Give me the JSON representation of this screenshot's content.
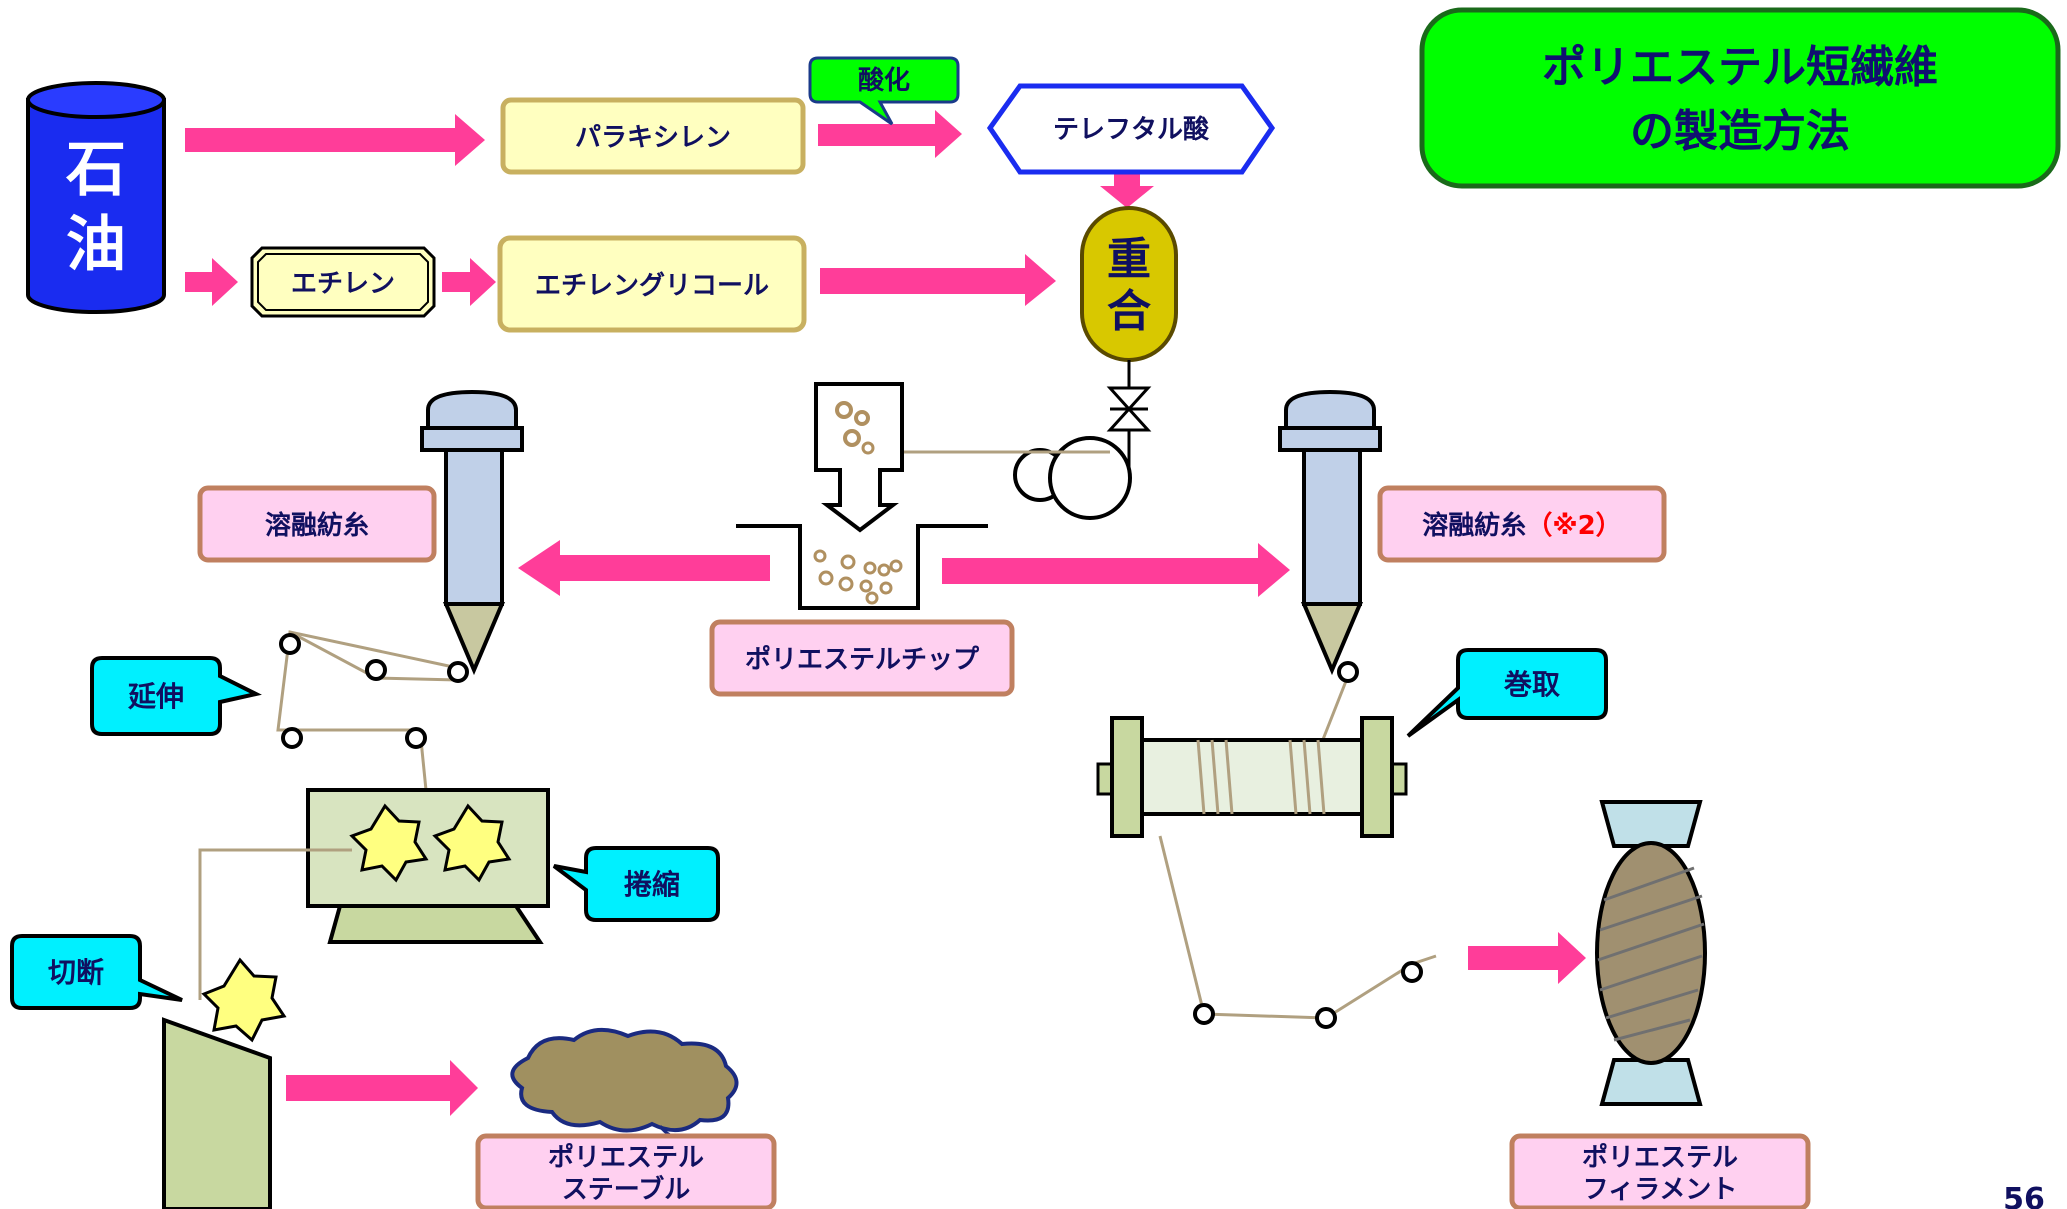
{
  "title": {
    "line1": "ポリエステル短繊維",
    "line2": "の製造方法"
  },
  "page_number": "56",
  "colors": {
    "arrow": "#ff3d99",
    "yellow_box": "#ffffc0",
    "yellow_border": "#c8b060",
    "pink_box": "#ffd0f0",
    "pink_border": "#c08060",
    "cyan_callout": "#00f0ff",
    "green_title": "#00ff00",
    "petroleum": "#1a2cf0",
    "polymer_tank": "#d8c800"
  },
  "labels": {
    "petroleum_1": "石",
    "petroleum_2": "油",
    "paraxylene": "パラキシレン",
    "oxidation": "酸化",
    "terephthalic_acid": "テレフタル酸",
    "ethylene": "エチレン",
    "ethylene_glycol": "エチレングリコール",
    "polymerization_1": "重",
    "polymerization_2": "合",
    "polyester_chip": "ポリエステルチップ",
    "melt_spinning_left": "溶融紡糸",
    "melt_spinning_right": "溶融紡糸",
    "melt_spinning_note": "（※2）",
    "drawing": "延伸",
    "crimping": "捲縮",
    "cutting": "切断",
    "winding": "巻取",
    "staple_1": "ポリエステル",
    "staple_2": "ステーブル",
    "filament_1": "ポリエステル",
    "filament_2": "フィラメント"
  }
}
